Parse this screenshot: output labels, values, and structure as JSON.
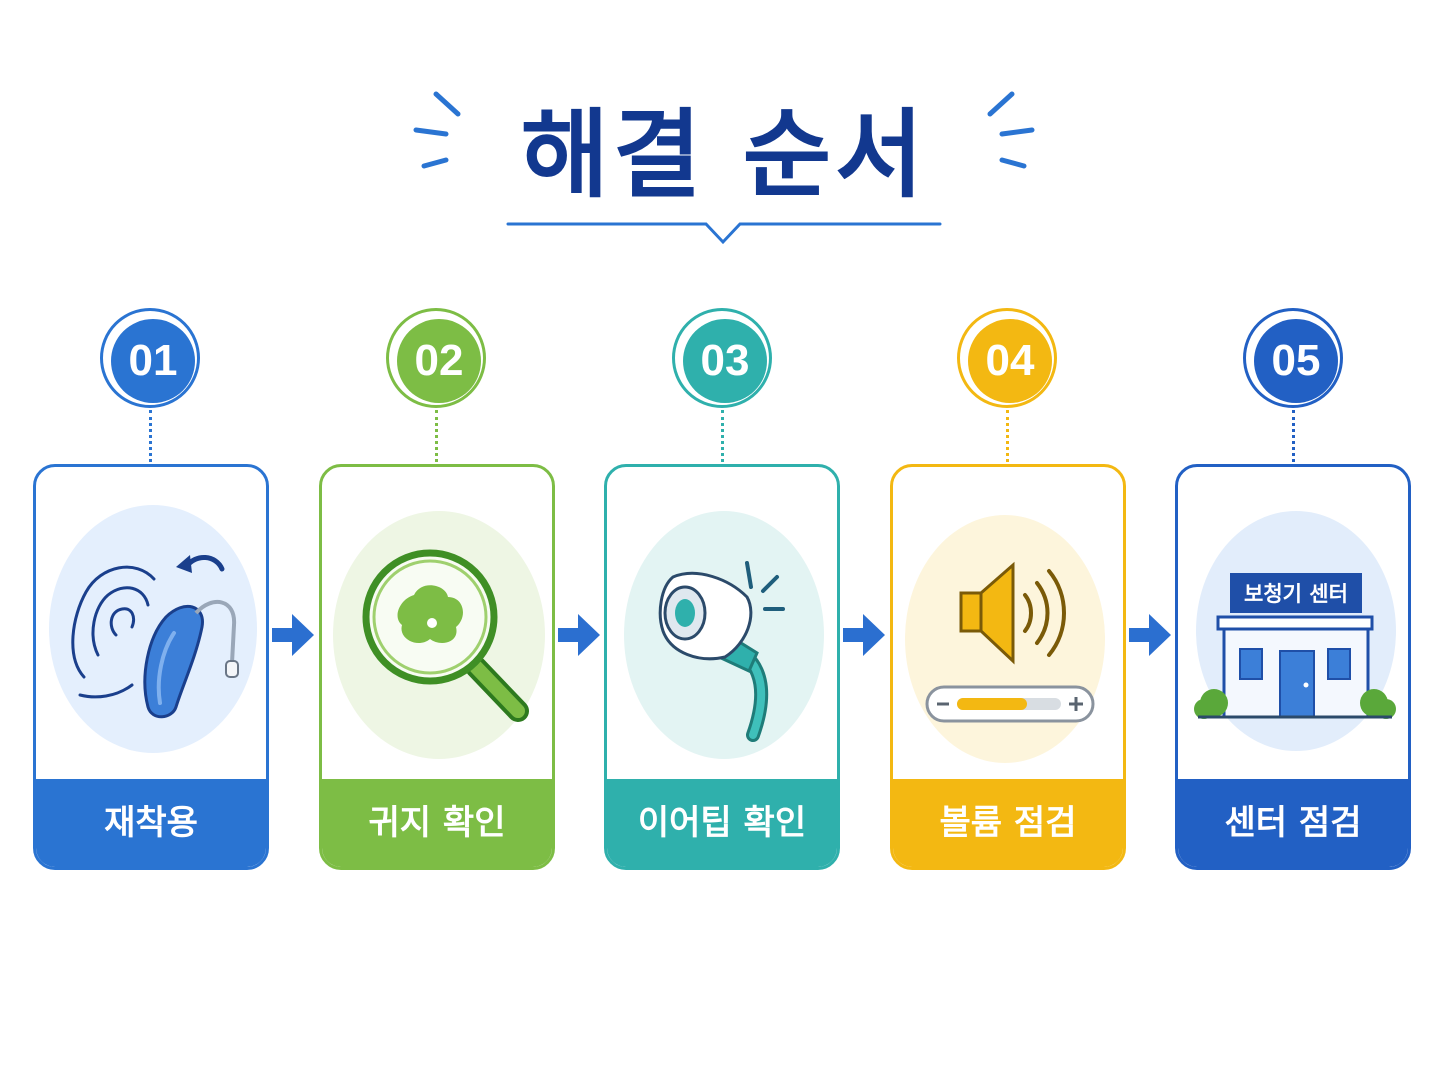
{
  "title": "해결 순서",
  "steps": [
    {
      "number": "01",
      "label": "재착용",
      "color": "#2a74d2",
      "tint": "#e4effd"
    },
    {
      "number": "02",
      "label": "귀지 확인",
      "color": "#7dbd45",
      "tint": "#eef6e4"
    },
    {
      "number": "03",
      "label": "이어팁 확인",
      "color": "#2fb0ac",
      "tint": "#e3f4f3"
    },
    {
      "number": "04",
      "label": "볼륨 점검",
      "color": "#f3b812",
      "tint": "#fdf5dc"
    },
    {
      "number": "05",
      "label": "센터 점검",
      "color": "#2260c4",
      "tint": "#e2edfb"
    }
  ],
  "center_sign": "보청기 센터",
  "colors": {
    "title": "#12388f",
    "arrow": "#2b6fd0",
    "underline": "#2a74d2"
  }
}
